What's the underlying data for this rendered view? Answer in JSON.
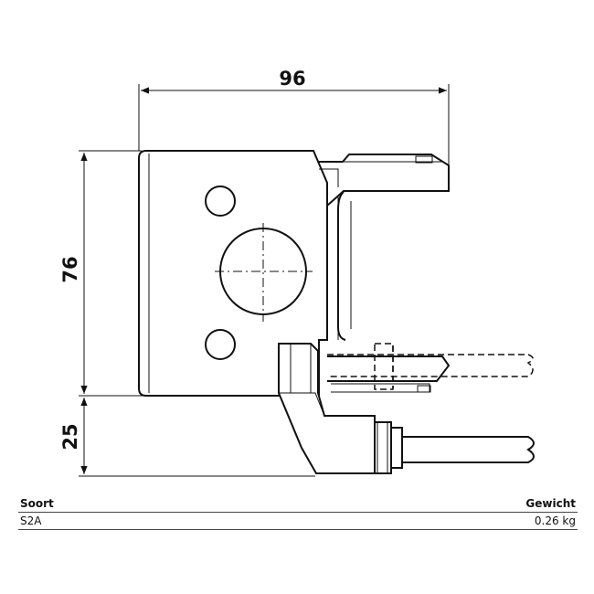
{
  "drawing": {
    "dimensions": {
      "width": "96",
      "height_upper": "76",
      "height_lower": "25"
    }
  },
  "spec_table": {
    "headers": {
      "type": "Soort",
      "weight": "Gewicht"
    },
    "rows": [
      {
        "type": "S2A",
        "weight": "0.26 kg"
      }
    ]
  }
}
